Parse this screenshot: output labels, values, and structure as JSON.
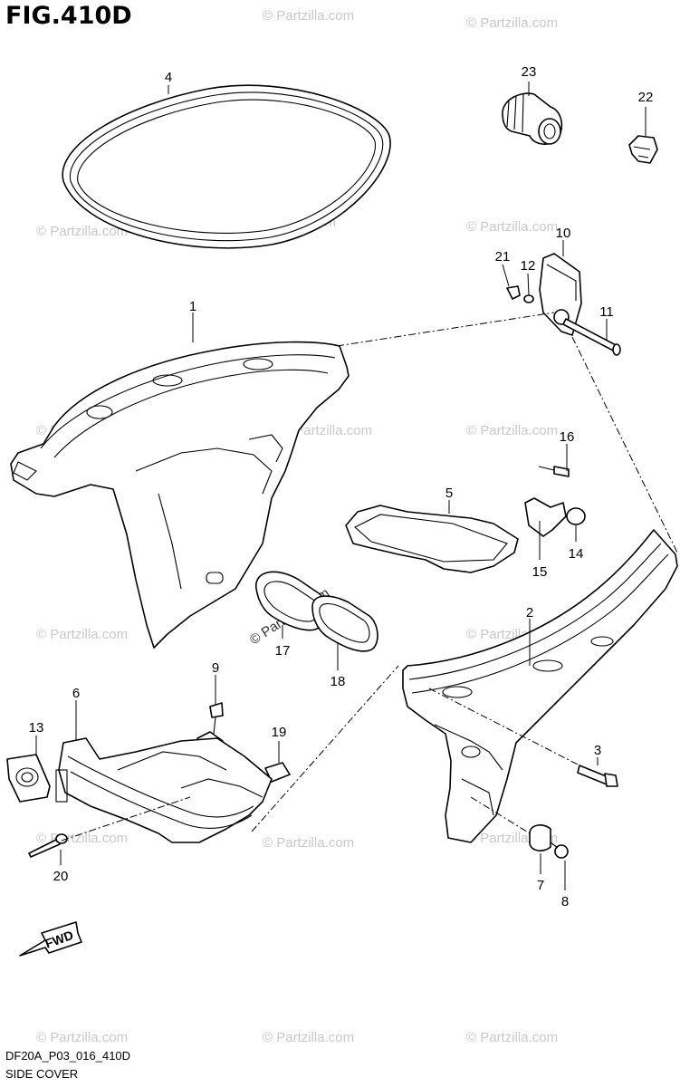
{
  "figure": {
    "title": "FIG.410D",
    "code": "DF20A_P03_016_410D",
    "name": "SIDE COVER"
  },
  "callouts": [
    "1",
    "2",
    "3",
    "4",
    "5",
    "6",
    "7",
    "8",
    "9",
    "10",
    "11",
    "12",
    "13",
    "14",
    "15",
    "16",
    "17",
    "18",
    "19",
    "20",
    "21",
    "22",
    "23"
  ],
  "direction_label": "FWD",
  "watermark": "© Partzilla.com"
}
